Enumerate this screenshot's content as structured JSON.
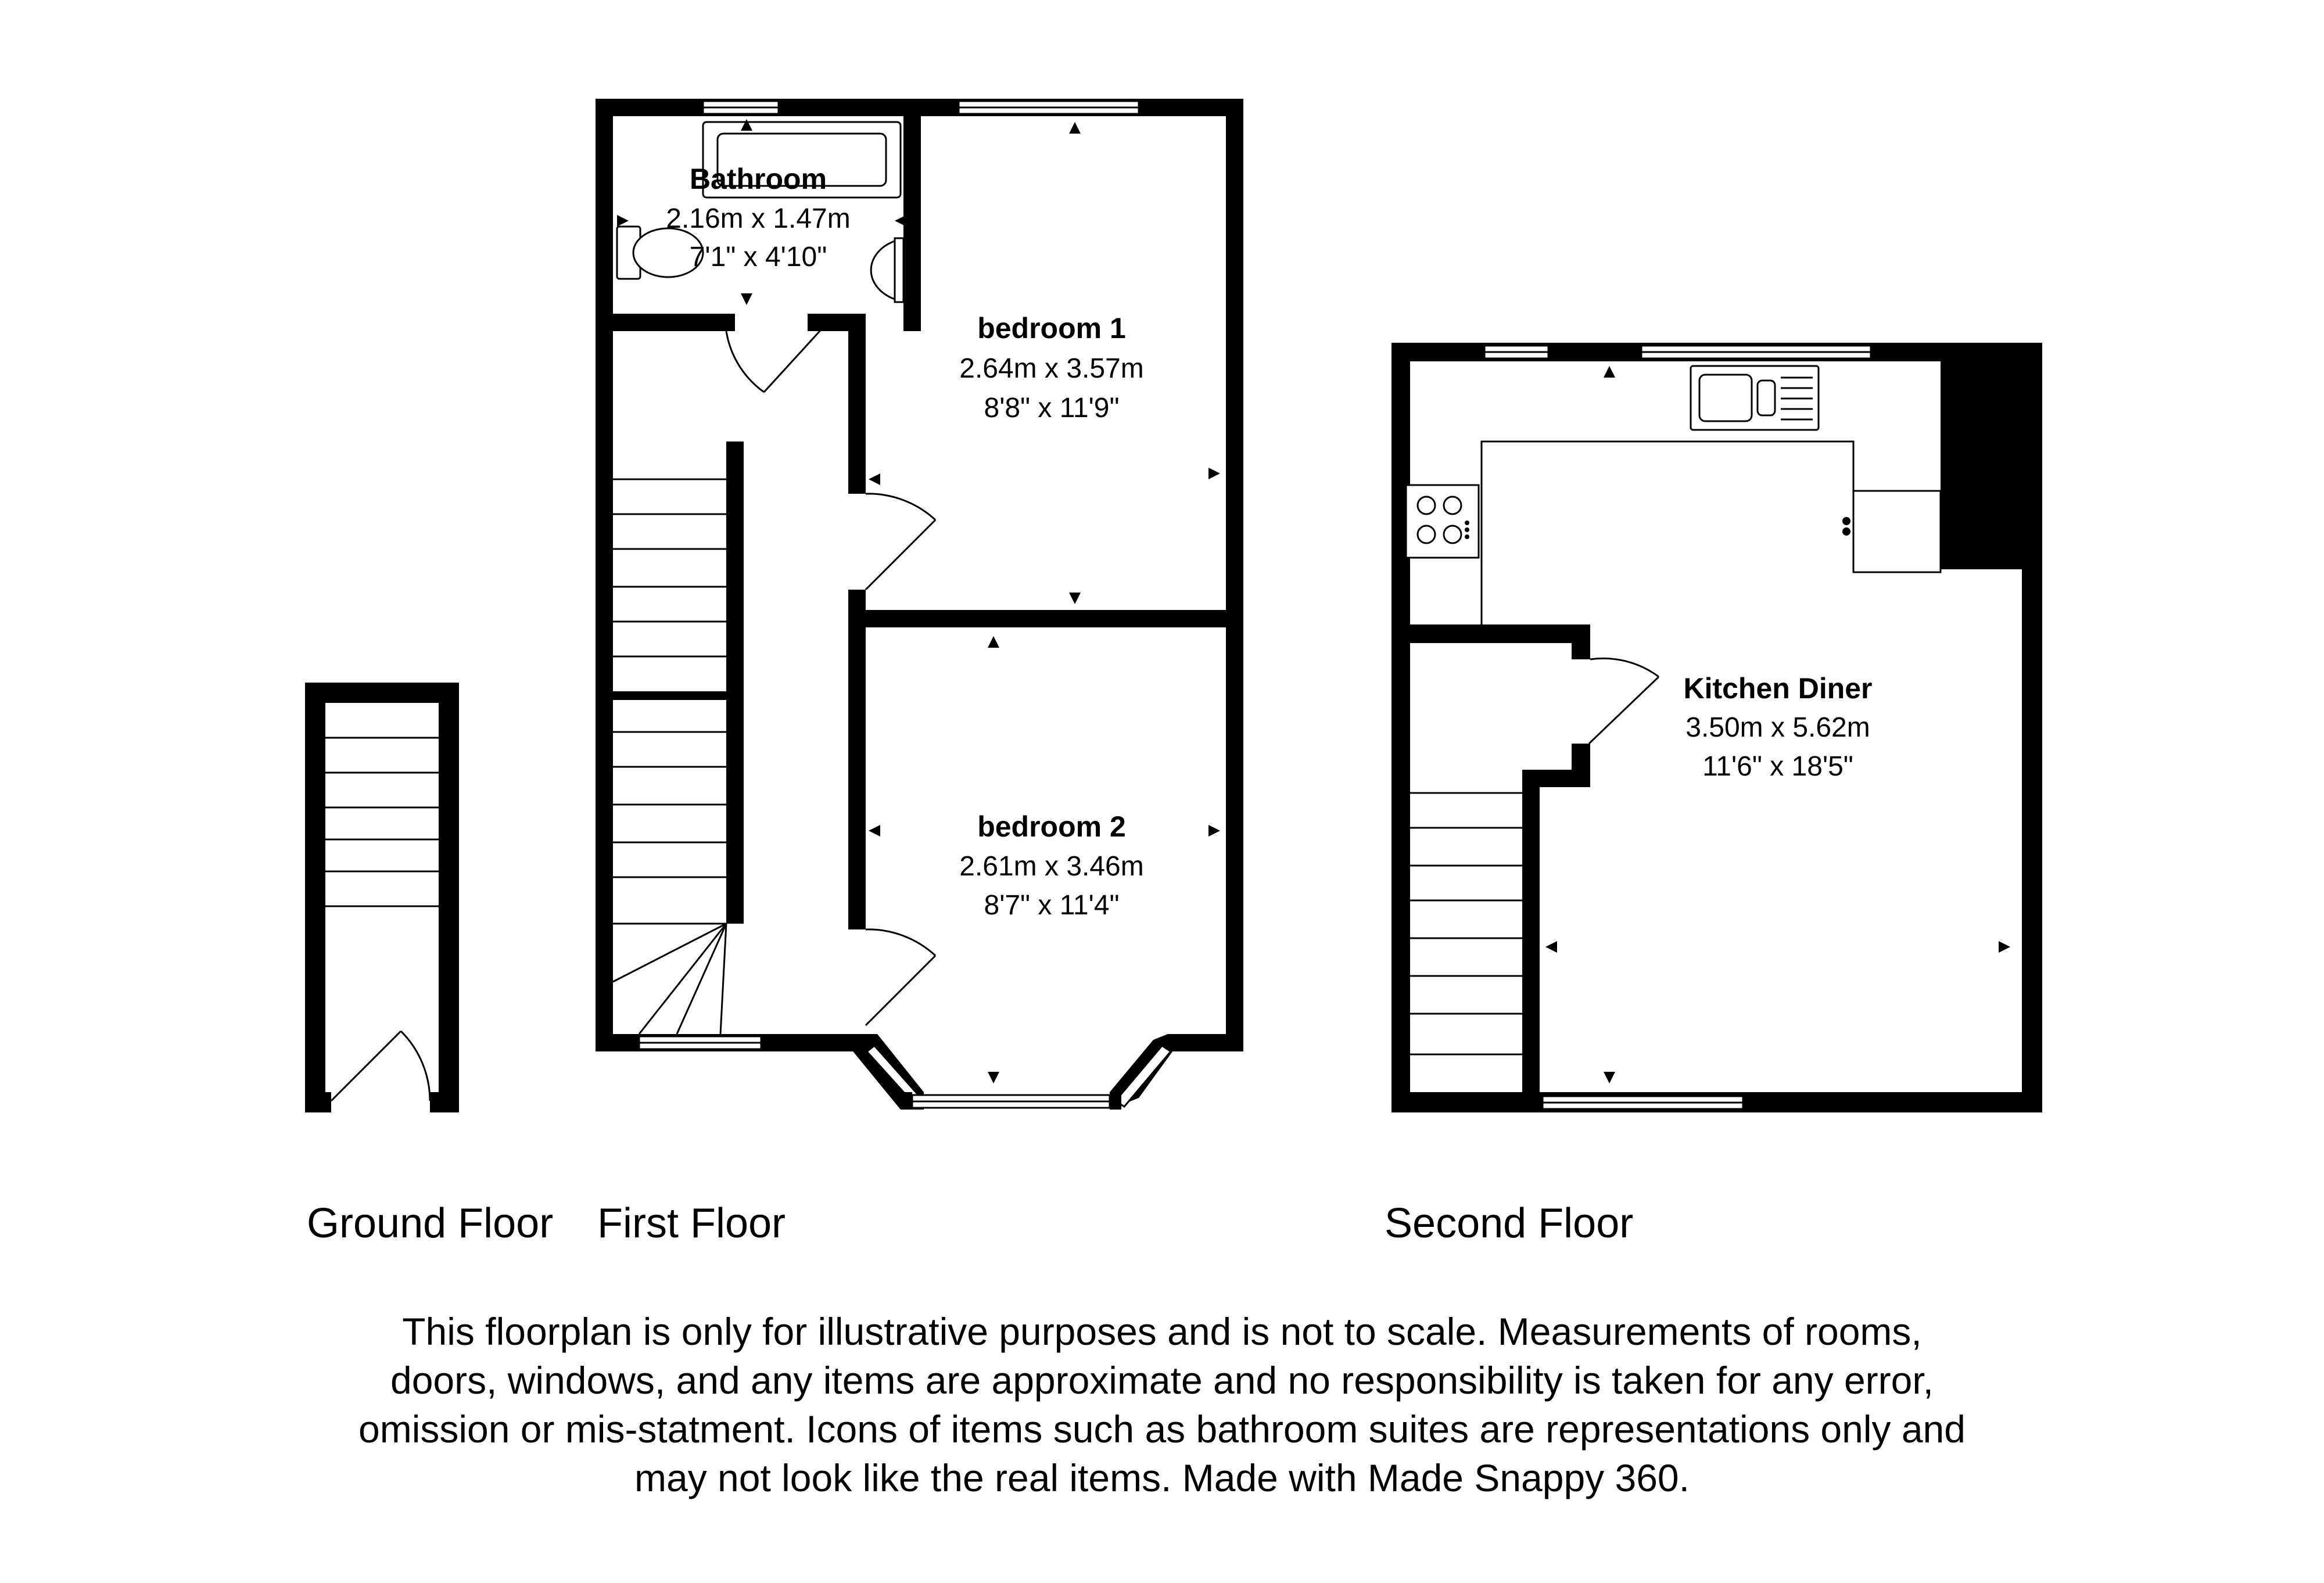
{
  "rooms": {
    "bathroom": {
      "name": "Bathroom",
      "metric": "2.16m x 1.47m",
      "imperial": "7'1\" x 4'10\""
    },
    "bedroom1": {
      "name": "bedroom 1",
      "metric": "2.64m x 3.57m",
      "imperial": "8'8\" x 11'9\""
    },
    "bedroom2": {
      "name": "bedroom 2",
      "metric": "2.61m x 3.46m",
      "imperial": "8'7\" x 11'4\""
    },
    "kitchen": {
      "name": "Kitchen Diner",
      "metric": "3.50m x 5.62m",
      "imperial": "11'6\" x 18'5\""
    }
  },
  "floors": {
    "ground": "Ground Floor",
    "first": "First Floor",
    "second": "Second Floor"
  },
  "disclaimer": "This floorplan is only for illustrative purposes and is not to scale. Measurements of rooms, doors, windows, and any items are approximate and no responsibility is taken for any error, omission or mis-statment. Icons of items such as bathroom suites are representations only and may not look like the real items. Made with Made Snappy 360."
}
